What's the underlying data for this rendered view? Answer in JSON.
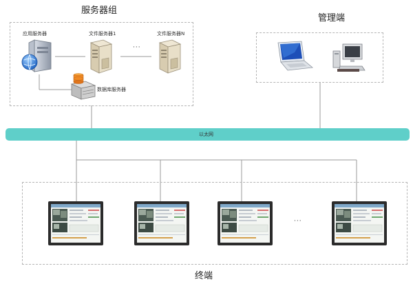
{
  "server_group": {
    "title": "服务器组",
    "app_server": "应用服务器",
    "file_server_1": "文件服务器1",
    "file_server_n": "文件服务器N",
    "db_server": "数据库服务器",
    "ellipsis": "···"
  },
  "admin": {
    "title": "管理端"
  },
  "ethernet": {
    "label": "以太网",
    "color": "#5fcfc9"
  },
  "terminals": {
    "title": "终端",
    "ellipsis": "···",
    "count_shown": 4
  }
}
